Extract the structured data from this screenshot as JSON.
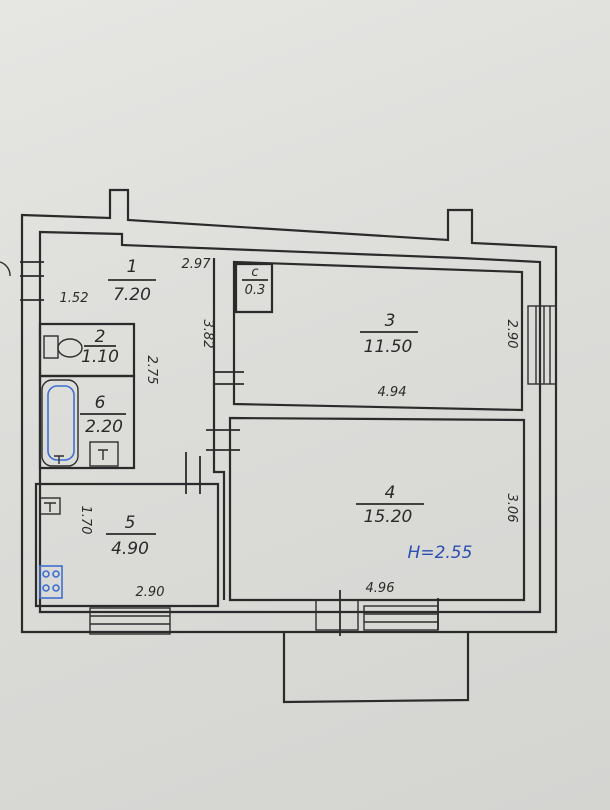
{
  "rooms": [
    {
      "number": "1",
      "area": "7.20"
    },
    {
      "number": "2",
      "area": "1.10"
    },
    {
      "number": "3",
      "area": "11.50"
    },
    {
      "number": "4",
      "area": "15.20"
    },
    {
      "number": "5",
      "area": "4.90"
    },
    {
      "number": "6",
      "area": "2.20"
    },
    {
      "number": "c",
      "area": "0.3"
    }
  ],
  "dimensions": {
    "room1_width": "2.97",
    "room1_left": "1.52",
    "room1_height": "3.82",
    "wc_height": "2.75",
    "room3_width": "4.94",
    "room3_height": "2.90",
    "room4_width": "4.96",
    "room4_height": "3.06",
    "room5_height": "1.70",
    "room5_width": "2.90"
  },
  "ceiling_height": "H=2.55",
  "colors": {
    "ink": "#2b2b2b",
    "annotation": "#2b4fb0",
    "fixture": "#3f6fd0"
  }
}
